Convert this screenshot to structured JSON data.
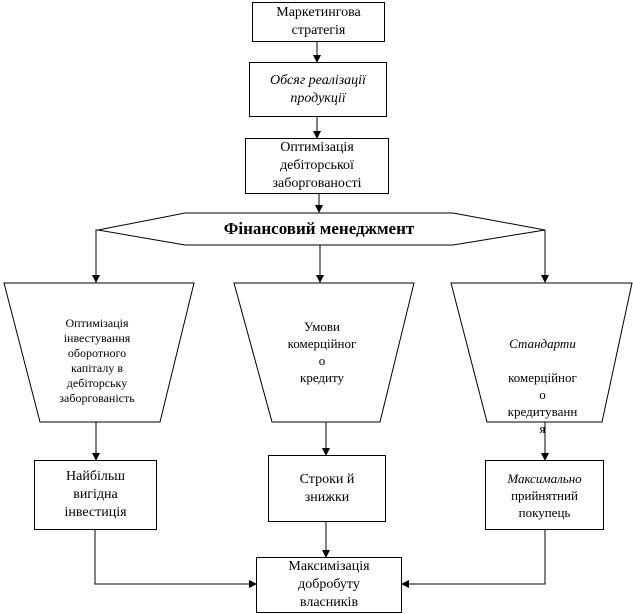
{
  "nodes": {
    "marketing_strategy": "Маркетингова\nстратегія",
    "sales_volume": "Обсяг реалізації\nпродукції",
    "receivables_optimization": "Оптимізація\nдебіторської\nзаборгованості",
    "financial_management": "Фінансовий менеджмент",
    "investment_optimization": "Оптимізація\nінвестування\nоборотного\nкапіталу в\nдебіторську\nзаборгованість",
    "credit_terms": "Умови\nкомерційног\nо\nкредиту",
    "credit_standards_italic": "Стандарти",
    "credit_standards_rest": "комерційног\nо\nкредитуванн\nя",
    "best_investment": "Найбільш\nвигідна\nінвестиція",
    "terms_discounts": "Строки й\nзнижки",
    "max_acceptable_italic": "Максимально",
    "max_acceptable_rest": "прийнятний\nпокупець",
    "profit_maximization": "Максимізація\nдобробуту\nвласників"
  }
}
